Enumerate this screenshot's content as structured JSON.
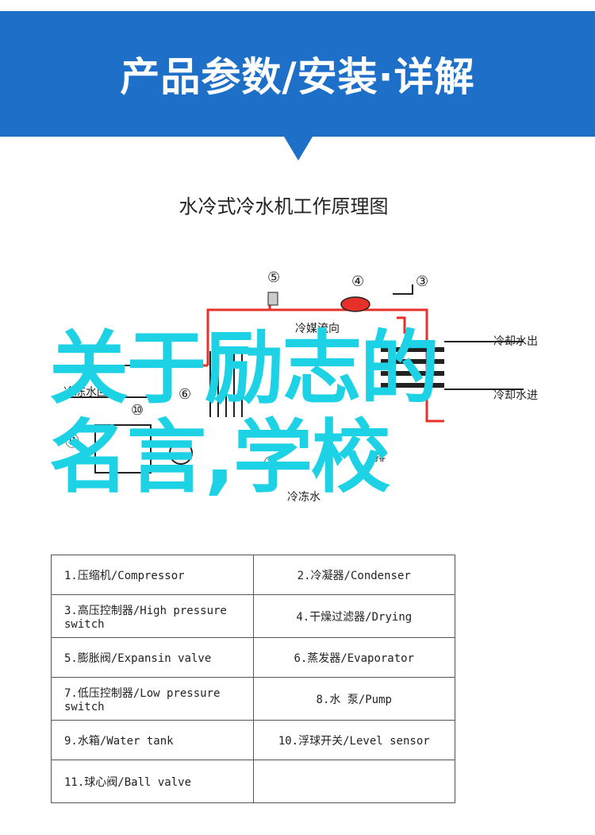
{
  "banner": {
    "title": "产品参数/安装·详解"
  },
  "diagram": {
    "title": "水冷式冷水机工作原理图",
    "labels": {
      "refrigerant_flow": "冷媒流向",
      "chilled_in": "冷却水出",
      "chilled_out": "冷却水进",
      "evap_return": "冷冻水回",
      "drain": "排",
      "cold_water": "冷冻水",
      "n3": "③",
      "n4": "④",
      "n5": "⑤",
      "n6": "⑥",
      "n7": "⑦",
      "n10": "⑩",
      "n11": "⑪"
    },
    "colors": {
      "pipe": "#e8302a",
      "line": "#222222"
    }
  },
  "overlay": {
    "line1": "关于励志的",
    "line2": "名言,学校"
  },
  "parts_table": {
    "rows": [
      [
        "1.压缩机/Compressor",
        "2.冷凝器/Condenser"
      ],
      [
        "3.高压控制器/High pressure switch",
        "4.干燥过滤器/Drying"
      ],
      [
        "5.膨胀阀/Expansin valve",
        "6.蒸发器/Evaporator"
      ],
      [
        "7.低压控制器/Low pressure switch",
        "8.水 泵/Pump"
      ],
      [
        "9.水箱/Water tank",
        "10.浮球开关/Level sensor"
      ],
      [
        "11.球心阀/Ball valve",
        ""
      ]
    ]
  }
}
